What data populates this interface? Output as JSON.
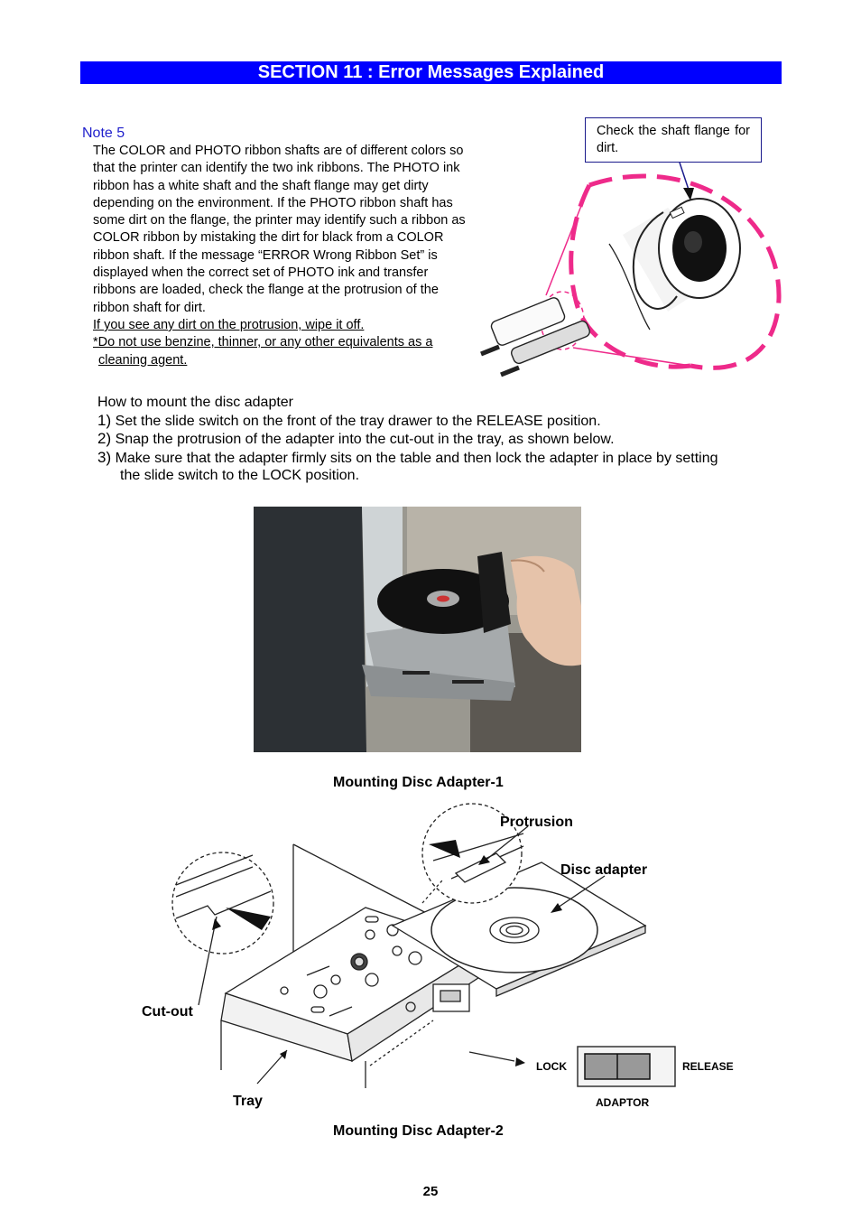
{
  "header": {
    "title": "SECTION 11 : Error Messages Explained"
  },
  "note": {
    "label": "Note 5",
    "body": "The COLOR and PHOTO ribbon shafts are of different colors so that the printer can identify the two ink ribbons. The PHOTO ink ribbon has a white shaft and the shaft flange may get dirty depending on the environment. If the PHOTO ribbon shaft has some dirt on the flange, the printer may identify such a ribbon as COLOR ribbon by mistaking the dirt for black from a COLOR ribbon shaft. If the message “ERROR Wrong Ribbon Set” is displayed when the correct set of PHOTO ink and transfer ribbons are loaded, check the flange at the protrusion of the ribbon shaft for dirt.",
    "wipe": "If you see any dirt on the protrusion, wipe it off.",
    "warning_line1": "*Do not use benzine, thinner, or any other equivalents as a",
    "warning_line2": "cleaning agent."
  },
  "callout": {
    "text": "Check the shaft flange for dirt."
  },
  "mount": {
    "heading": "How to mount the disc adapter",
    "steps": [
      {
        "num": "1)",
        "text": "Set the slide switch on the front of the tray drawer to the RELEASE position."
      },
      {
        "num": "2)",
        "text": "Snap the protrusion of the adapter into the cut-out in the tray, as shown below."
      },
      {
        "num": "3)",
        "text": "Make sure that the adapter firmly sits on the table and then lock the adapter in place by setting",
        "cont": "the slide switch to the LOCK position."
      }
    ]
  },
  "figure1": {
    "caption": "Mounting Disc Adapter-1"
  },
  "figure2": {
    "caption": "Mounting Disc Adapter-2",
    "labels": {
      "protrusion": "Protrusion",
      "disc_adapter": "Disc adapter",
      "cut_out": "Cut-out",
      "tray": "Tray",
      "lock": "LOCK",
      "release": "RELEASE",
      "adaptor": "ADAPTOR"
    }
  },
  "footer": {
    "page": "25"
  },
  "colors": {
    "title_bg": "#0000ff",
    "note_label": "#1f1fcc",
    "magenta": "#ee2a8a"
  }
}
